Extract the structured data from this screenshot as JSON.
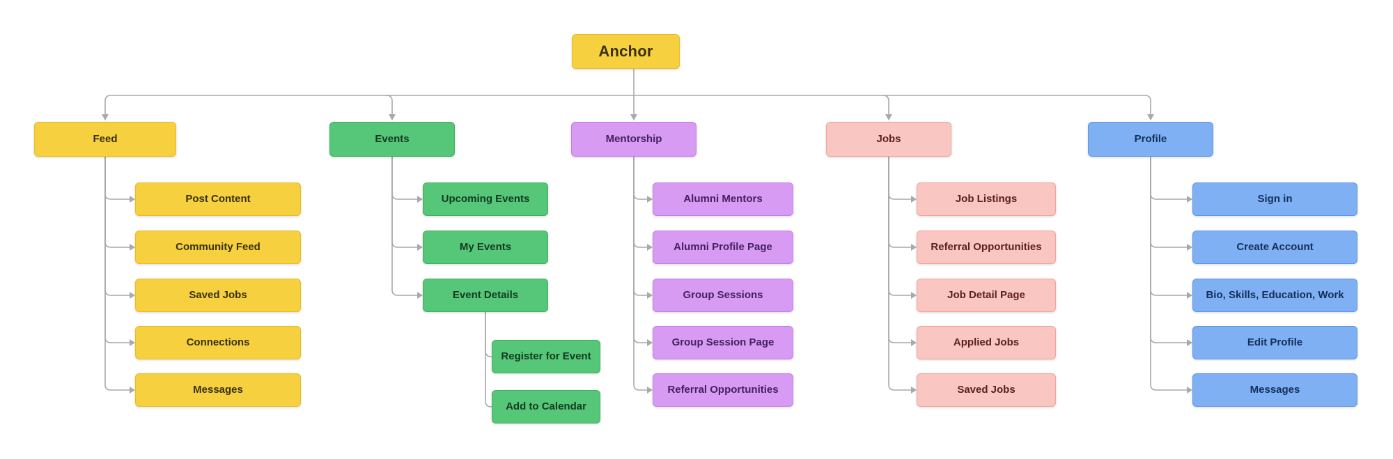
{
  "connector_color": "#A9A9A9",
  "root": {
    "label": "Anchor",
    "fill": "#F6D03E",
    "border": "#E6BD25",
    "text_color": "#38310F"
  },
  "sections": [
    {
      "label": "Feed",
      "fill": "#F6D03E",
      "border": "#E6BD25",
      "text_color": "#38310F",
      "children": [
        {
          "label": "Post Content"
        },
        {
          "label": "Community Feed"
        },
        {
          "label": "Saved Jobs"
        },
        {
          "label": "Connections"
        },
        {
          "label": "Messages"
        }
      ]
    },
    {
      "label": "Events",
      "fill": "#56C678",
      "border": "#3FAF60",
      "text_color": "#123A21",
      "children": [
        {
          "label": "Upcoming Events"
        },
        {
          "label": "My Events"
        },
        {
          "label": "Event Details",
          "children": [
            {
              "label": "Register for Event"
            },
            {
              "label": "Add to Calendar"
            }
          ]
        }
      ]
    },
    {
      "label": "Mentorship",
      "fill": "#D79BF3",
      "border": "#C47EE7",
      "text_color": "#44215E",
      "children": [
        {
          "label": "Alumni Mentors"
        },
        {
          "label": "Alumni Profile Page"
        },
        {
          "label": "Group Sessions"
        },
        {
          "label": "Group Session Page"
        },
        {
          "label": "Referral Opportunities"
        }
      ]
    },
    {
      "label": "Jobs",
      "fill": "#F9C6C1",
      "border": "#EFA49D",
      "text_color": "#5C211A",
      "children": [
        {
          "label": "Job Listings"
        },
        {
          "label": "Referral Opportunities"
        },
        {
          "label": "Job Detail Page"
        },
        {
          "label": "Applied Jobs"
        },
        {
          "label": "Saved Jobs"
        }
      ]
    },
    {
      "label": "Profile",
      "fill": "#7FB0F3",
      "border": "#5D96E6",
      "text_color": "#142F5B",
      "children": [
        {
          "label": "Sign in"
        },
        {
          "label": "Create Account"
        },
        {
          "label": "Bio, Skills, Education, Work"
        },
        {
          "label": "Edit Profile"
        },
        {
          "label": "Messages"
        }
      ]
    }
  ]
}
